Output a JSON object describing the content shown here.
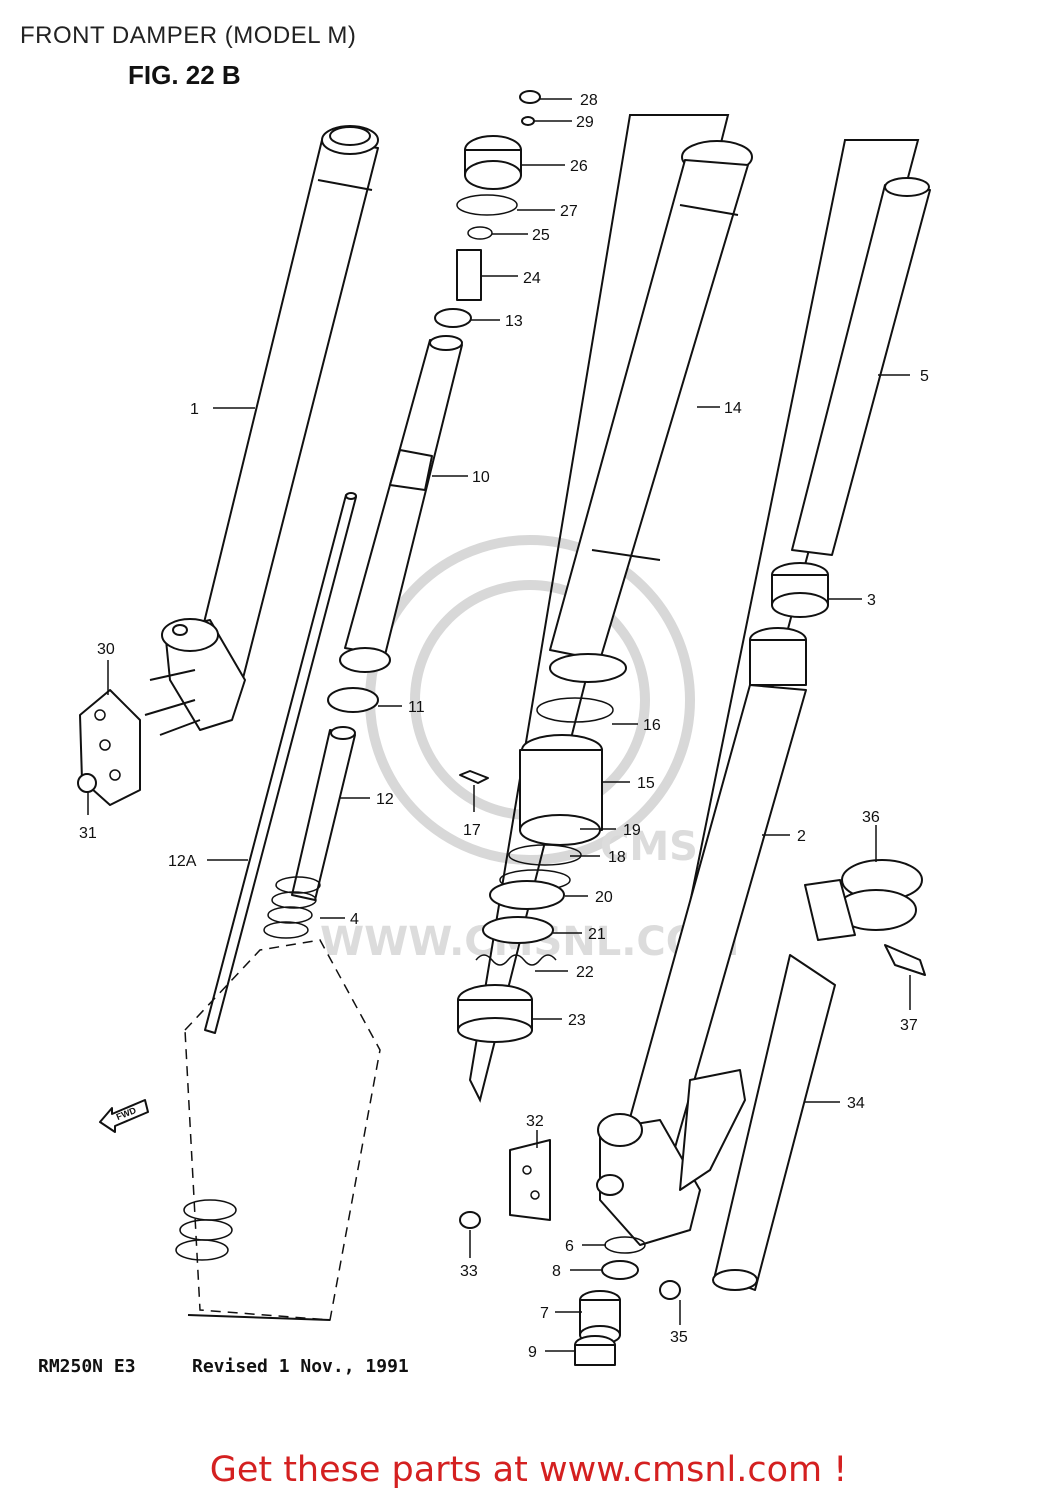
{
  "header": {
    "title": "FRONT DAMPER (MODEL M)",
    "figure": "FIG. 22 B"
  },
  "footer": {
    "model_code": "RM250N E3",
    "revision": "Revised 1 Nov., 1991",
    "link_text": "Get these parts at www.cmsnl.com !"
  },
  "watermark": {
    "text": "WWW.CMSNL.COM",
    "logo": "CMS"
  },
  "fwd_arrow": "FWD",
  "callouts": [
    "28",
    "29",
    "26",
    "27",
    "25",
    "24",
    "13",
    "1",
    "10",
    "14",
    "5",
    "3",
    "30",
    "11",
    "16",
    "15",
    "31",
    "12",
    "17",
    "19",
    "18",
    "2",
    "36",
    "12A",
    "20",
    "4",
    "21",
    "22",
    "23",
    "37",
    "34",
    "32",
    "6",
    "33",
    "8",
    "7",
    "35",
    "9"
  ],
  "colors": {
    "link": "#d42020",
    "line": "#111111",
    "watermark": "#d8d8d8"
  }
}
